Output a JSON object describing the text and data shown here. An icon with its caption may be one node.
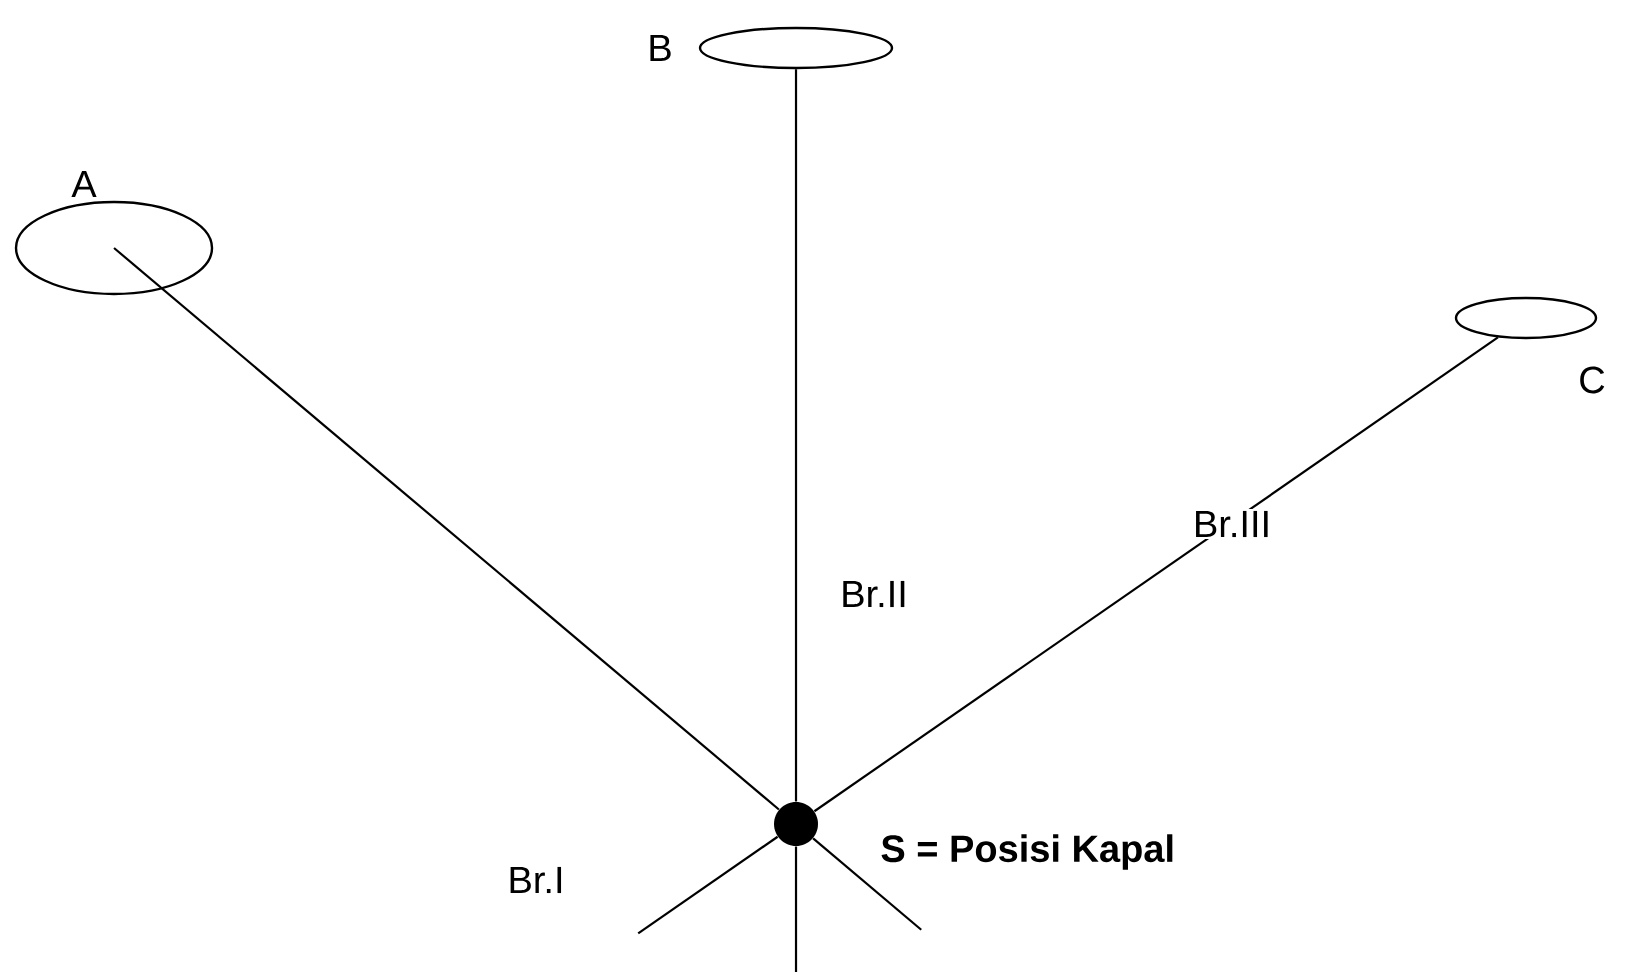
{
  "diagram": {
    "nodes": [
      {
        "text": [
          "A"
        ]
      },
      {
        "text": [
          "B"
        ]
      },
      {
        "text": [
          "C"
        ]
      },
      {
        "text": [],
        "shape": "circle",
        "beside": [
          "S = Posisi Kapal"
        ]
      }
    ],
    "edges": [
      {
        "from": 0,
        "to": 3,
        "arrow": "none",
        "label": "Br.I"
      },
      {
        "from": 1,
        "to": 3,
        "arrow": "none",
        "label": "Br.II"
      },
      {
        "from": 2,
        "to": 3,
        "arrow": "none",
        "label": "Br.III"
      }
    ]
  }
}
